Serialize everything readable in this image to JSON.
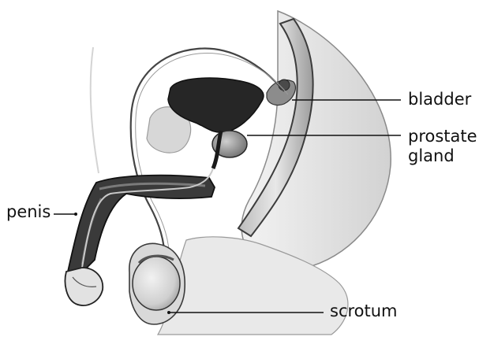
{
  "labels": {
    "bladder": "bladder",
    "prostate_line1": "prostate",
    "prostate_line2": "gland",
    "penis": "penis",
    "scrotum": "scrotum"
  },
  "colors": {
    "organ_dark": "#2b2b2b",
    "tissue_light": "#e6e6e6",
    "tissue_mid": "#bdbdbd",
    "outline": "#444444",
    "leader_line": "#111111"
  }
}
